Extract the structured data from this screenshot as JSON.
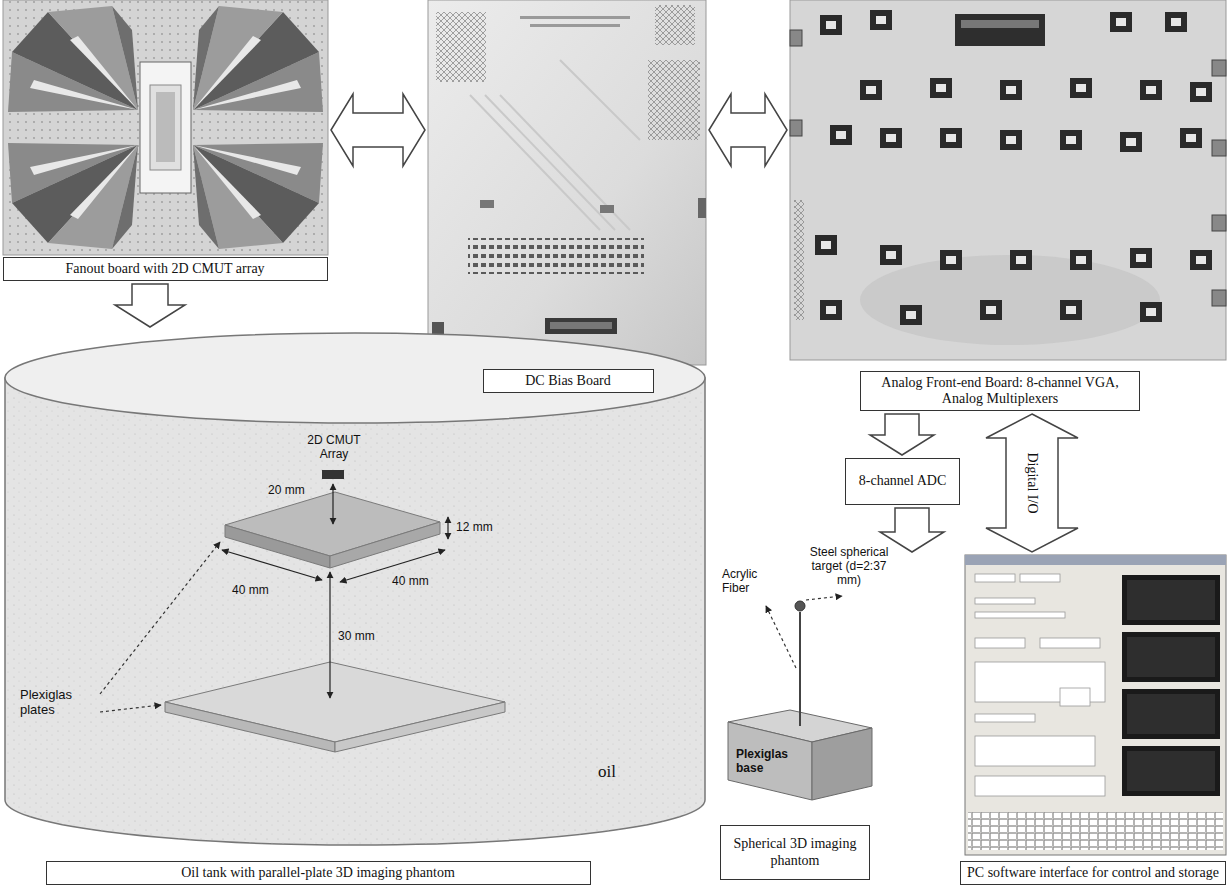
{
  "diagram": {
    "nodes": [
      {
        "text": [
          "Fanout board with 2D CMUT array"
        ]
      },
      {
        "text": [
          "DC Bias Board"
        ]
      },
      {
        "text": [
          "Analog Front-end Board: 8-channel VGA, Analog Multiplexers"
        ]
      },
      {
        "text": [
          "Oil tank with parallel-plate 3D imaging phantom"
        ]
      },
      {
        "text": [
          "8-channel ADC"
        ]
      },
      {
        "text": [
          "Spherical 3D imaging phantom"
        ]
      },
      {
        "text": [
          "PC software interface for control and storage"
        ]
      }
    ],
    "edges": [
      {
        "from": 0,
        "to": 1,
        "arrow": "both"
      },
      {
        "from": 1,
        "to": 2,
        "arrow": "both"
      },
      {
        "from": 0,
        "to": 3,
        "arrow": "to"
      },
      {
        "from": 2,
        "to": 4,
        "arrow": "to"
      },
      {
        "from": 4,
        "to": 6,
        "arrow": "to"
      },
      {
        "from": 2,
        "to": 6,
        "label": "Digital I/O",
        "arrow": "both"
      }
    ],
    "labels": [
      "2D CMUT Array",
      "20 mm",
      "12 mm",
      "40 mm",
      "40 mm",
      "30 mm",
      "Plexiglas plates",
      "oil",
      "Acrylic Fiber",
      "Steel spherical target (d=2:37 mm)",
      "Plexiglas base"
    ]
  }
}
